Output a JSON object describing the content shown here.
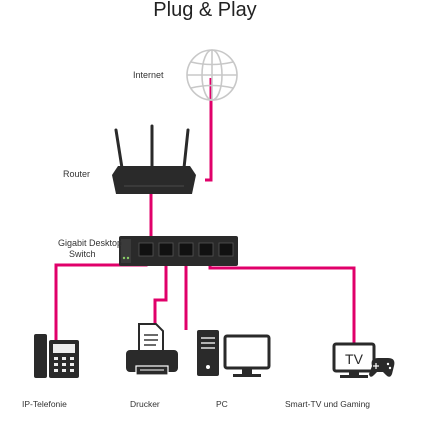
{
  "title": "Plug & Play",
  "labels": {
    "internet": "Internet",
    "router": "Router",
    "switch_line1": "Gigabit Desktop",
    "switch_line2": "Switch",
    "ip_phone": "IP-Telefonie",
    "printer": "Drucker",
    "pc": "PC",
    "smart_tv": "Smart-TV und Gaming",
    "tv_screen": "TV"
  },
  "colors": {
    "cable": "#e0006a",
    "outline": "#c8c8c8",
    "device": "#2a2a2a",
    "background": "#ffffff"
  },
  "icons": {
    "internet": "globe-icon",
    "router": "router-icon",
    "switch": "switch-icon",
    "ip_phone": "desk-phone-icon",
    "printer": "printer-icon",
    "pc": "desktop-computer-icon",
    "smart_tv": "tv-icon",
    "gaming": "gamepad-icon"
  }
}
